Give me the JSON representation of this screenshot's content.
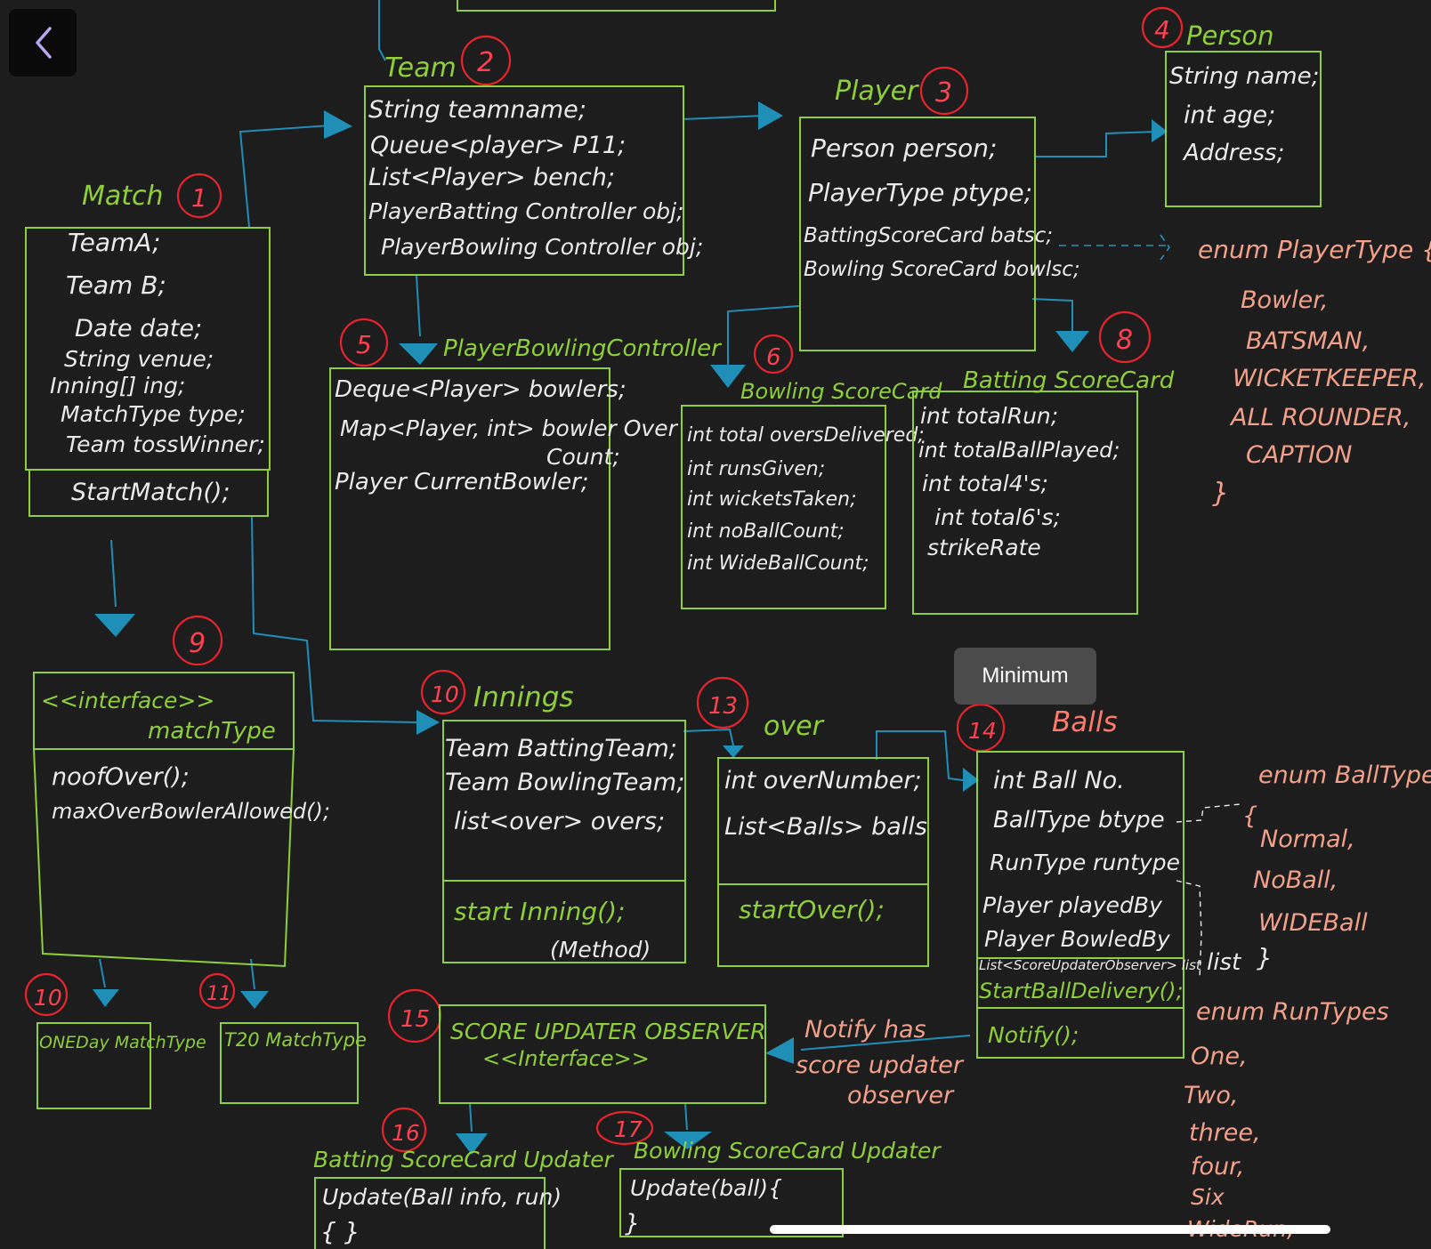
{
  "toolbar": {
    "back_icon": "chevron-left-icon"
  },
  "tooltip": {
    "label": "Minimum"
  },
  "numbers": [
    "1",
    "2",
    "3",
    "4",
    "5",
    "6",
    "8",
    "9",
    "10",
    "13",
    "14",
    "15",
    "10",
    "11",
    "16",
    "17"
  ],
  "classes": {
    "match": {
      "title": "Match",
      "fields": [
        "TeamA;",
        "Team B;",
        "Date date;",
        "String venue;",
        "Inning[] ing;",
        "MatchType type;",
        "Team tossWinner;"
      ],
      "method": "StartMatch();"
    },
    "team": {
      "title": "Team",
      "fields": [
        "String teamname;",
        "Queue<player> P11;",
        "List<Player> bench;",
        "PlayerBatting Controller obj;",
        "PlayerBowling Controller obj;"
      ]
    },
    "player": {
      "title": "Player",
      "fields": [
        "Person person;",
        "PlayerType ptype;",
        "BattingScoreCard batsc;",
        "Bowling ScoreCard bowlsc;"
      ]
    },
    "person": {
      "title": "Person",
      "fields": [
        "String name;",
        "int age;",
        "Address;"
      ]
    },
    "bowlingController": {
      "title": "PlayerBowlingController",
      "fields": [
        "Deque<Player> bowlers;",
        "Map<Player, int> bowler Over",
        "Count;",
        "Player CurrentBowler;"
      ]
    },
    "bowlingScorecard": {
      "title": "Bowling ScoreCard",
      "fields": [
        "int total oversDelivered;",
        "int runsGiven;",
        "int wicketsTaken;",
        "int noBallCount;",
        "int WideBallCount;"
      ]
    },
    "battingScorecard": {
      "title": "Batting ScoreCard",
      "fields": [
        "int totalRun;",
        "int totalBallPlayed;",
        "int total4's;",
        "int total6's;",
        "strikeRate"
      ]
    },
    "matchType": {
      "title1": "<<interface>>",
      "title2": "matchType",
      "methods": [
        "noofOver();",
        "maxOverBowlerAllowed();"
      ]
    },
    "innings": {
      "title": "Innings",
      "fields": [
        "Team BattingTeam;",
        "Team BowlingTeam;",
        "list<over> overs;"
      ],
      "method": "start Inning();",
      "note": "(Method)"
    },
    "over": {
      "title": "over",
      "fields": [
        "int overNumber;",
        "List<Balls> balls"
      ],
      "method": "startOver();"
    },
    "balls": {
      "title": "Balls",
      "fields": [
        "int Ball No.",
        "BallType btype",
        "RunType runtype",
        "Player playedBy",
        "Player BowledBy",
        "List<ScoreUpdaterObserver> list"
      ],
      "method1": "StartBallDelivery();",
      "method2": "Notify();"
    },
    "oneDay": {
      "title": "ONEDay MatchType"
    },
    "t20": {
      "title": "T20 MatchType"
    },
    "observer": {
      "title": "SCORE UPDATER OBSERVER",
      "subtitle": "<<Interface>>"
    },
    "battingUpdater": {
      "title": "Batting ScoreCard Updater",
      "line1": "Update(Ball info, run)",
      "line2": "{   }"
    },
    "bowlingUpdater": {
      "title": "Bowling ScoreCard Updater",
      "line1": "Update(ball){",
      "line2": "}"
    }
  },
  "notes": {
    "notify": [
      "Notify has",
      "score updater",
      "observer"
    ],
    "list": "list"
  },
  "enums": {
    "playerType": {
      "title": "enum PlayerType {",
      "values": [
        "Bowler,",
        "BATSMAN,",
        "WICKETKEEPER,",
        "ALL ROUNDER,",
        "CAPTION"
      ],
      "close": "}"
    },
    "ballType": {
      "title": "enum BallType",
      "open": "{",
      "values": [
        "Normal,",
        "NoBall,",
        "WIDEBall"
      ],
      "close": "}"
    },
    "runType": {
      "title": "enum RunTypes",
      "values": [
        "One,",
        "Two,",
        "three,",
        "four,",
        "Six",
        "WideRun,"
      ]
    }
  },
  "colors": {
    "background": "#1d1d1d",
    "box": "#8fcf3a",
    "text": "#eaeaea",
    "number": "#e8232e",
    "arrow": "#1f8fb8",
    "enum": "#f2a08a",
    "balls_title": "#ff7a6a"
  }
}
